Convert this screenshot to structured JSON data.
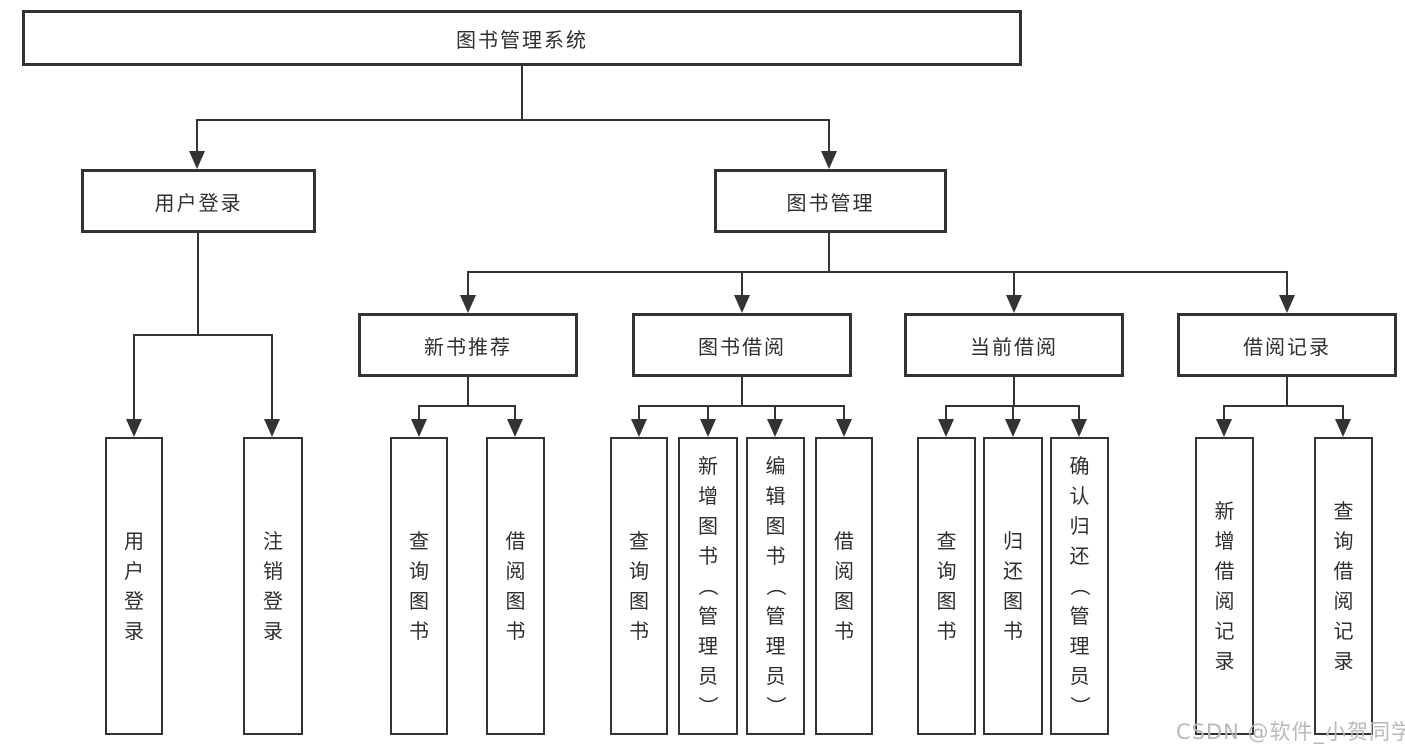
{
  "diagram": {
    "root": {
      "label": "图书管理系统"
    },
    "level2": {
      "user_login": {
        "label": "用户登录"
      },
      "book_management": {
        "label": "图书管理"
      }
    },
    "level3": {
      "new_books": {
        "label": "新书推荐"
      },
      "book_borrowing": {
        "label": "图书借阅"
      },
      "current_borrowing": {
        "label": "当前借阅"
      },
      "borrow_records": {
        "label": "借阅记录"
      }
    },
    "leaves": {
      "user_login": "用户登录",
      "logout": "注销登录",
      "newbooks_query": "查询图书",
      "newbooks_borrow": "借阅图书",
      "borrowing_query": "查询图书",
      "borrowing_add": "新增图书（管理员）",
      "borrowing_edit": "编辑图书（管理员）",
      "borrowing_borrow": "借阅图书",
      "current_query": "查询图书",
      "current_return": "归还图书",
      "current_confirm": "确认归还（管理员）",
      "records_add": "新增借阅记录",
      "records_query": "查询借阅记录"
    },
    "watermark": "CSDN @软件_小贺同学"
  },
  "colors": {
    "line": "#333333",
    "border": "#333333",
    "text": "#2f2f2f",
    "watermark": "#b9b9b9",
    "background": "#ffffff"
  }
}
